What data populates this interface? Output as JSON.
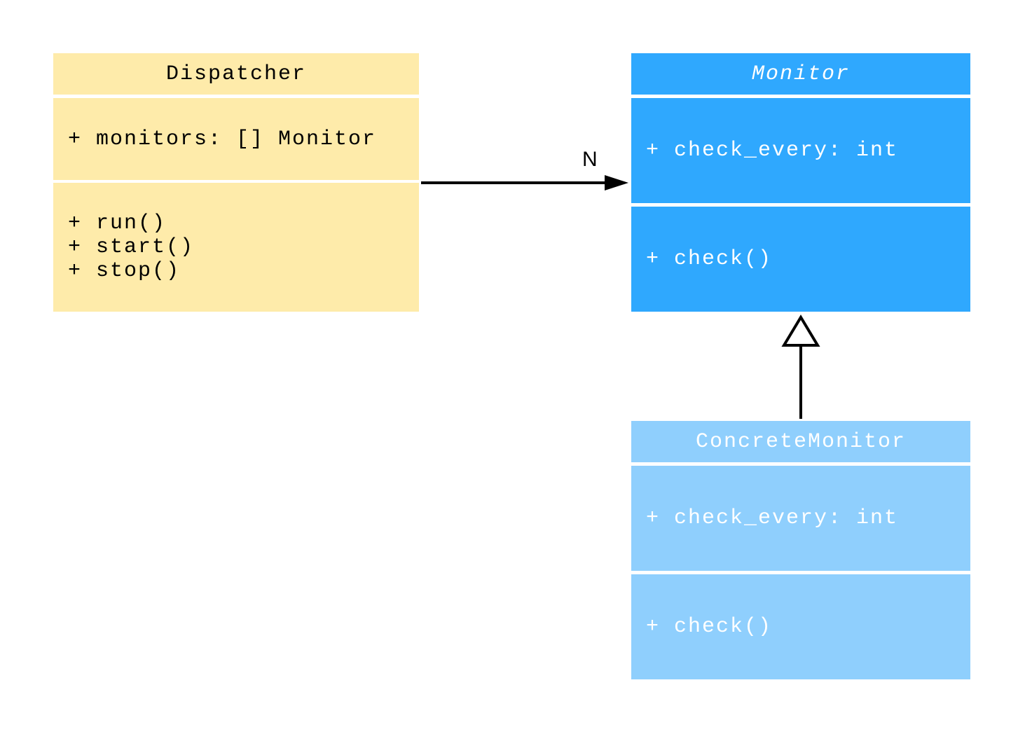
{
  "classes": {
    "dispatcher": {
      "name": "Dispatcher",
      "attributes": "+ monitors: [] Monitor",
      "methods": "+ run()\n+ start()\n+ stop()",
      "color": "#FEEBAA"
    },
    "monitor": {
      "name": "Monitor",
      "abstract": true,
      "attributes": "+ check_every: int",
      "methods": "+ check()",
      "color": "#2FA8FE"
    },
    "concrete_monitor": {
      "name": "ConcreteMonitor",
      "attributes": "+ check_every: int",
      "methods": "+ check()",
      "color": "#8FCFFD"
    }
  },
  "relations": [
    {
      "from": "Dispatcher",
      "to": "Monitor",
      "type": "association",
      "multiplicity": "N"
    },
    {
      "from": "ConcreteMonitor",
      "to": "Monitor",
      "type": "inheritance"
    }
  ]
}
